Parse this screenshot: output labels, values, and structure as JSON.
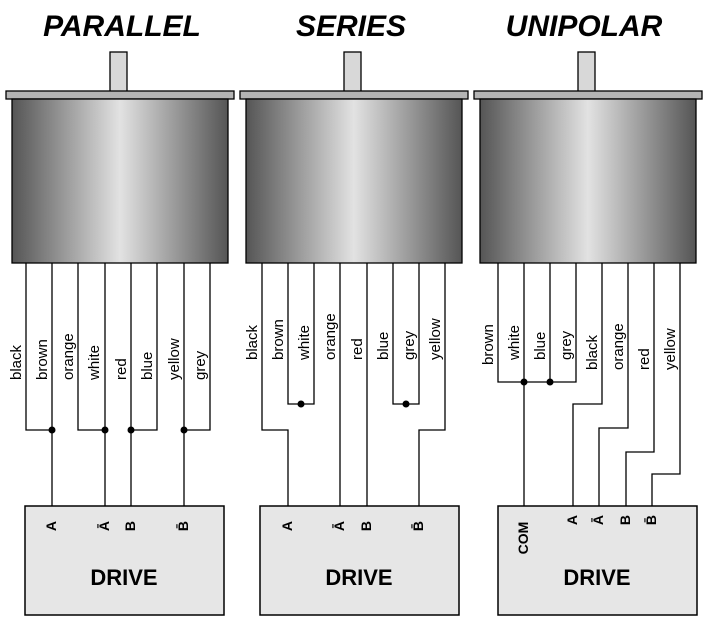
{
  "panels": [
    {
      "title": "PARALLEL",
      "wires": [
        "black",
        "brown",
        "orange",
        "white",
        "red",
        "blue",
        "yellow",
        "grey"
      ],
      "terminals": [
        "A",
        "Ā",
        "B",
        "B̄"
      ],
      "drive": "DRIVE"
    },
    {
      "title": "SERIES",
      "wires": [
        "black",
        "brown",
        "white",
        "orange",
        "red",
        "blue",
        "grey",
        "yellow"
      ],
      "terminals": [
        "A",
        "Ā",
        "B",
        "B̄"
      ],
      "drive": "DRIVE"
    },
    {
      "title": "UNIPOLAR",
      "wires": [
        "brown",
        "white",
        "blue",
        "grey",
        "black",
        "orange",
        "red",
        "yellow"
      ],
      "terminals": [
        "COM",
        "A",
        "Ā",
        "B",
        "B̄"
      ],
      "drive": "DRIVE"
    }
  ],
  "colors": {
    "line": "#000000",
    "drive_box": "#e6e6e6",
    "motor_dark": "#555555",
    "motor_light": "#e2e2e2"
  }
}
